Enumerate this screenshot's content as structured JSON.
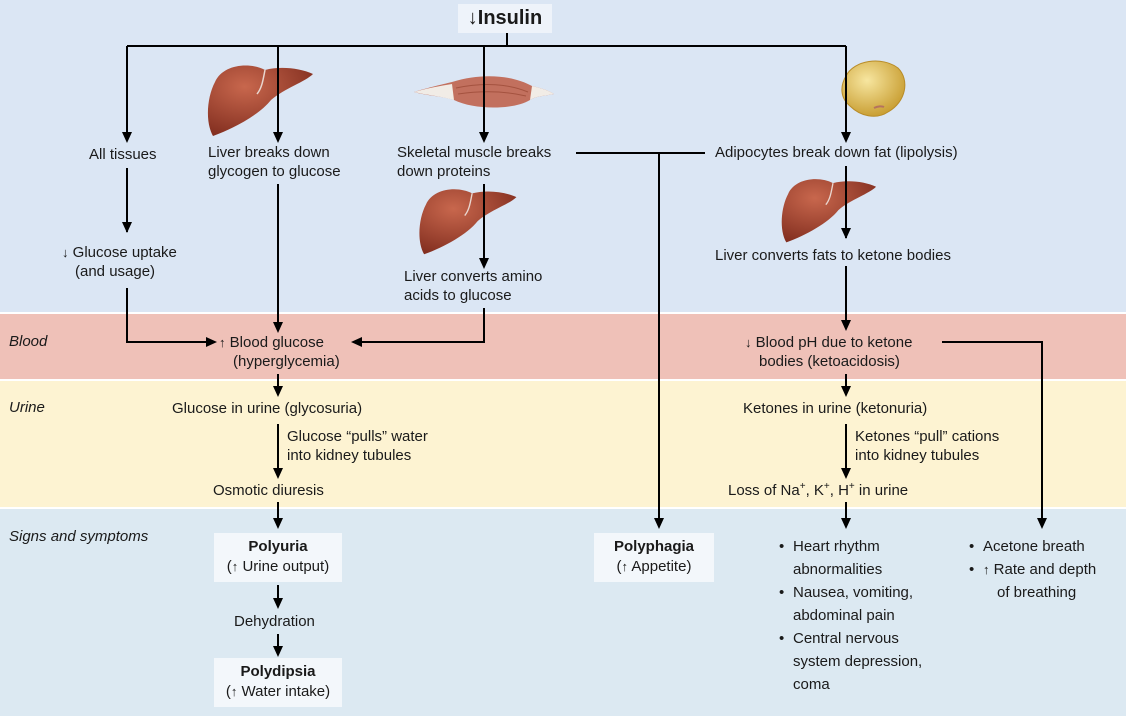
{
  "title": {
    "arrow": "↓",
    "label": "Insulin"
  },
  "bands": {
    "blood": "Blood",
    "urine": "Urine",
    "signs": "Signs and symptoms"
  },
  "illustrations": {
    "liver": "liver-illustration",
    "muscle": "skeletal-muscle-illustration",
    "adipocyte": "adipocyte-illustration"
  },
  "nodes": {
    "all_tissues": "All tissues",
    "liver_glycogen": [
      "Liver breaks down",
      "glycogen to glucose"
    ],
    "muscle_proteins": [
      "Skeletal muscle breaks",
      "down proteins"
    ],
    "adipocytes": "Adipocytes break down fat (lipolysis)",
    "glucose_uptake": {
      "arrow": "↓",
      "lines": [
        "Glucose uptake",
        "(and usage)"
      ]
    },
    "liver_amino": [
      "Liver converts amino",
      "acids to glucose"
    ],
    "liver_ketone": "Liver converts fats to ketone bodies",
    "blood_glucose": {
      "arrow": "↑",
      "lines": [
        "Blood glucose",
        "(hyperglycemia)"
      ]
    },
    "blood_ph": {
      "arrow": "↓",
      "lines": [
        "Blood pH due to ketone",
        "bodies (ketoacidosis)"
      ]
    },
    "glycosuria": "Glucose in urine (glycosuria)",
    "glucose_pulls": [
      "Glucose “pulls” water",
      "into kidney tubules"
    ],
    "osmotic": "Osmotic diuresis",
    "ketonuria": "Ketones in urine (ketonuria)",
    "ketones_pull": [
      "Ketones “pull” cations",
      "into kidney tubules"
    ],
    "loss_ions": {
      "pre": "Loss of Na",
      "k": ", K",
      "h": ", H",
      "post": " in urine",
      "charge": "+"
    },
    "dehydration": "Dehydration"
  },
  "boxes": {
    "polyuria": {
      "title": "Polyuria",
      "arrow": "↑",
      "detail": "Urine output"
    },
    "polydipsia": {
      "title": "Polydipsia",
      "arrow": "↑",
      "detail": "Water intake"
    },
    "polyphagia": {
      "title": "Polyphagia",
      "arrow": "↑",
      "detail": "Appetite"
    }
  },
  "symptoms_ketone": [
    [
      "Heart rhythm",
      "abnormalities"
    ],
    [
      "Nausea, vomiting,",
      "abdominal pain"
    ],
    [
      "Central nervous",
      "system depression,",
      "coma"
    ]
  ],
  "symptoms_breath": [
    {
      "text": "Acetone breath"
    },
    {
      "arrow": "↑",
      "lines": [
        "Rate and depth",
        "of breathing"
      ]
    }
  ],
  "colors": {
    "top_band": "#dbe6f4",
    "blood_band": "#efc1b8",
    "urine_band": "#fdf3d2",
    "signs_band": "#dce9f2",
    "box": "#f3f7fb",
    "liver": "#9c3b2a",
    "fat": "#d9b84e"
  }
}
